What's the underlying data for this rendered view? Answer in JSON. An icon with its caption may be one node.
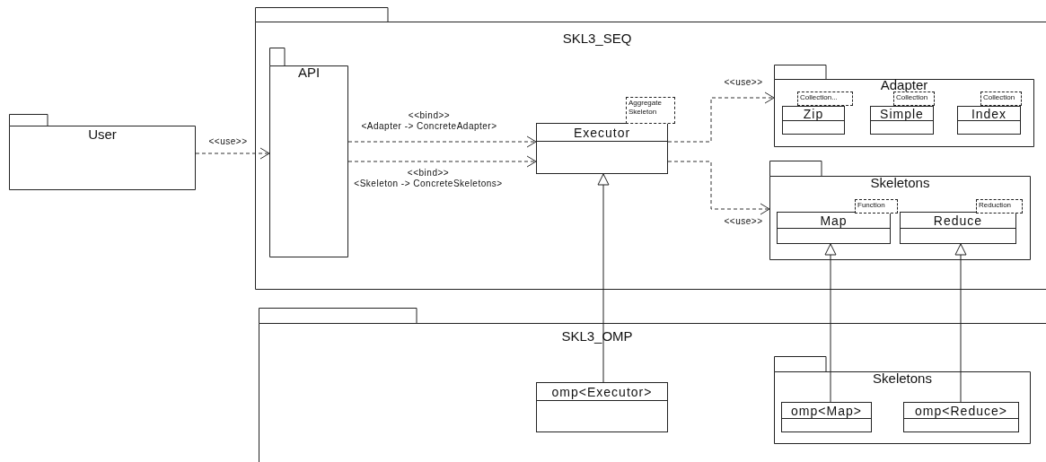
{
  "diagram": {
    "nodes": [
      {
        "text": [
          "User"
        ]
      },
      {
        "text": [
          "SKL3_SEQ"
        ]
      },
      {
        "text": [
          "API"
        ],
        "in": 1
      },
      {
        "text": [
          "Executor"
        ],
        "in": 1,
        "beside": [
          "Aggregate Skeleton"
        ]
      },
      {
        "text": [
          "Adapter"
        ],
        "in": 1
      },
      {
        "text": [
          "Zip"
        ],
        "in": 4,
        "beside": [
          "Collection..."
        ]
      },
      {
        "text": [
          "Simple"
        ],
        "in": 4,
        "beside": [
          "Collection"
        ]
      },
      {
        "text": [
          "Index"
        ],
        "in": 4,
        "beside": [
          "Collection"
        ]
      },
      {
        "text": [
          "Skeletons"
        ],
        "in": 1
      },
      {
        "text": [
          "Map"
        ],
        "in": 8,
        "beside": [
          "Function"
        ]
      },
      {
        "text": [
          "Reduce"
        ],
        "in": 8,
        "beside": [
          "Reduction"
        ]
      },
      {
        "text": [
          "SKL3_OMP"
        ]
      },
      {
        "text": [
          "omp<Executor>"
        ],
        "in": 11
      },
      {
        "text": [
          "Skeletons"
        ],
        "in": 11
      },
      {
        "text": [
          "omp<Map>"
        ],
        "in": 13
      },
      {
        "text": [
          "omp<Reduce>"
        ],
        "in": 13
      }
    ],
    "edges": [
      {
        "from": 0,
        "to": 2,
        "arrow": "to",
        "label": "<<use>>",
        "style": "dashed"
      },
      {
        "from": 2,
        "to": 3,
        "arrow": "to",
        "label": "<<bind>> <Adapter -> ConcreteAdapter>",
        "style": "dashed"
      },
      {
        "from": 2,
        "to": 3,
        "arrow": "to",
        "label": "<<bind>> <Skeleton -> ConcreteSkeletons>",
        "style": "dashed"
      },
      {
        "from": 3,
        "to": 4,
        "arrow": "to",
        "label": "<<use>>",
        "style": "dashed"
      },
      {
        "from": 3,
        "to": 8,
        "arrow": "to",
        "label": "<<use>>",
        "style": "dashed"
      },
      {
        "from": 12,
        "to": 3,
        "arrow": "to"
      },
      {
        "from": 14,
        "to": 9,
        "arrow": "to"
      },
      {
        "from": 15,
        "to": 10,
        "arrow": "to"
      }
    ]
  }
}
